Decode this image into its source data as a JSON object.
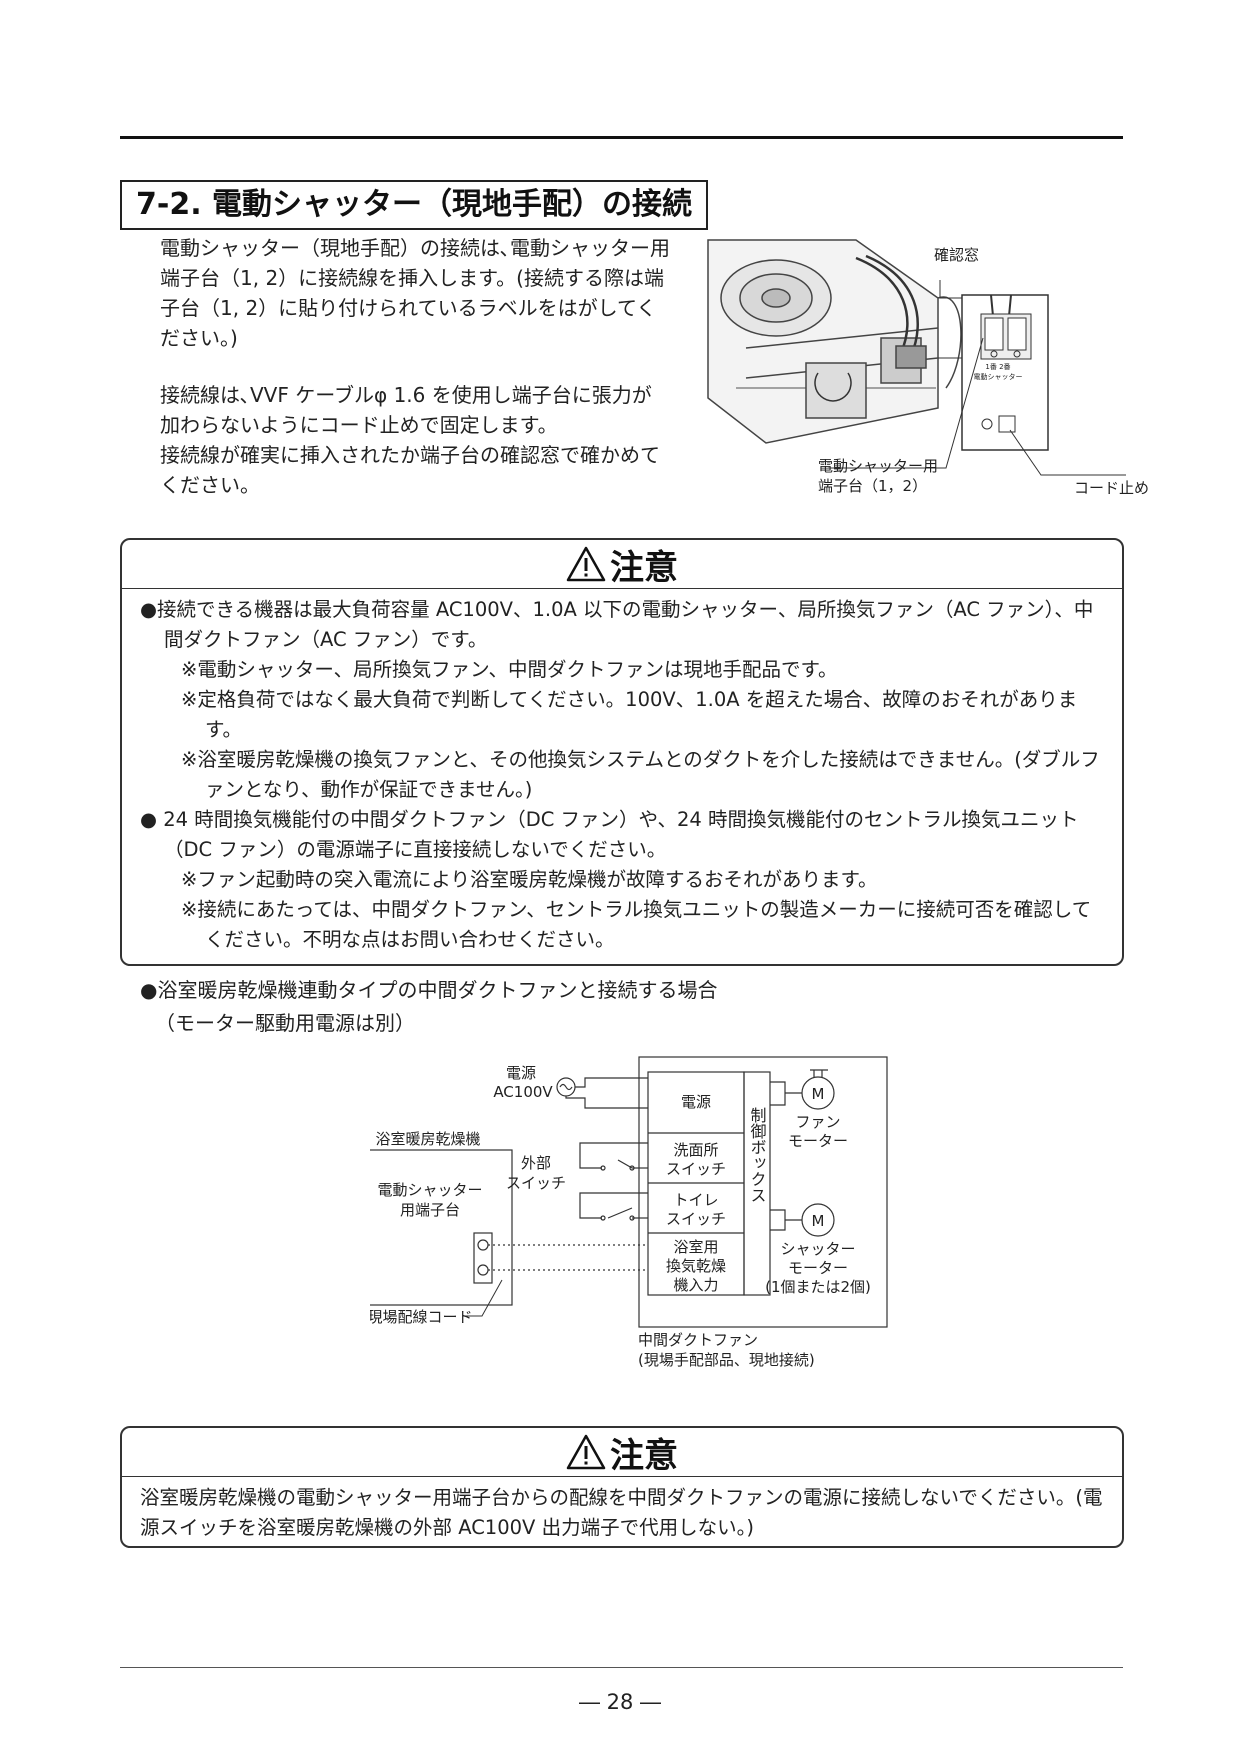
{
  "section": {
    "title": "7-2. 電動シャッター（現地手配）の接続"
  },
  "intro": {
    "p1": [
      "電動シャッター（現地手配）の接続は､電動シャッター用",
      "端子台（1, 2）に接続線を挿入します。(接続する際は端",
      "子台（1, 2）に貼り付けられているラベルをはがしてく",
      "ださい。)"
    ],
    "p2": [
      "接続線は､VVF ケーブルφ 1.6 を使用し端子台に張力が",
      "加わらないようにコード止めで固定します。",
      "接続線が確実に挿入されたか端子台の確認窓で確かめて",
      "ください。"
    ]
  },
  "photo": {
    "label_window": "確認窓",
    "label_terminal_1": "電動シャッター用",
    "label_terminal_2": "端子台（1，2）",
    "label_cord": "コード止め",
    "terminal_mark_1": "1番 2番",
    "terminal_mark_2": "電動シャッター"
  },
  "caution1": {
    "title": "注意",
    "lines": [
      "●接続できる機器は最大負荷容量 AC100V、1.0A 以下の電動シャッター、局所換気ファン（AC ファン）、中間ダクトファン（AC ファン）です。",
      "※電動シャッター、局所換気ファン、中間ダクトファンは現地手配品です。",
      "※定格負荷ではなく最大負荷で判断してください。100V、1.0A を超えた場合、故障のおそれがあります。",
      "※浴室暖房乾燥機の換気ファンと、その他換気システムとのダクトを介した接続はできません。(ダブルファンとなり、動作が保証できません。)",
      "● 24 時間換気機能付の中間ダクトファン（DC ファン）や、24 時間換気機能付のセントラル換気ユニット（DC ファン）の電源端子に直接接続しないでください。",
      "※ファン起動時の突入電流により浴室暖房乾燥機が故障するおそれがあります。",
      "※接続にあたっては、中間ダクトファン、セントラル換気ユニットの製造メーカーに接続可否を確認してください。不明な点はお問い合わせください。"
    ]
  },
  "diagram": {
    "heading": "●浴室暖房乾燥機連動タイプの中間ダクトファンと接続する場合",
    "subnote": "（モーター駆動用電源は別）",
    "power_label_1": "電源",
    "power_label_2": "AC100V",
    "unit_title": "浴室暖房乾燥機",
    "unit_terminal_1": "電動シャッター",
    "unit_terminal_2": "用端子台",
    "ext_switch_1": "外部",
    "ext_switch_2": "スイッチ",
    "box_power": "電源",
    "box_wash_1": "洗面所",
    "box_wash_2": "スイッチ",
    "box_toilet_1": "トイレ",
    "box_toilet_2": "スイッチ",
    "box_bath_1": "浴室用",
    "box_bath_2": "換気乾燥",
    "box_bath_3": "機入力",
    "control_box": "制御ボックス",
    "motor_symbol": "M",
    "fan_motor_1": "ファン",
    "fan_motor_2": "モーター",
    "shutter_motor_1": "シャッター",
    "shutter_motor_2": "モーター",
    "shutter_motor_3": "(1個または2個)",
    "field_cord": "現場配線コード",
    "duct_fan_1": "中間ダクトファン",
    "duct_fan_2": "(現場手配部品、現地接続)"
  },
  "caution2": {
    "title": "注意",
    "lines": [
      "浴室暖房乾燥機の電動シャッター用端子台からの配線を中間ダクトファンの電源に接続しないでください。(電源スイッチを浴室暖房乾燥機の外部 AC100V 出力端子で代用しない。)"
    ]
  },
  "footer": {
    "page": "― 28 ―"
  }
}
